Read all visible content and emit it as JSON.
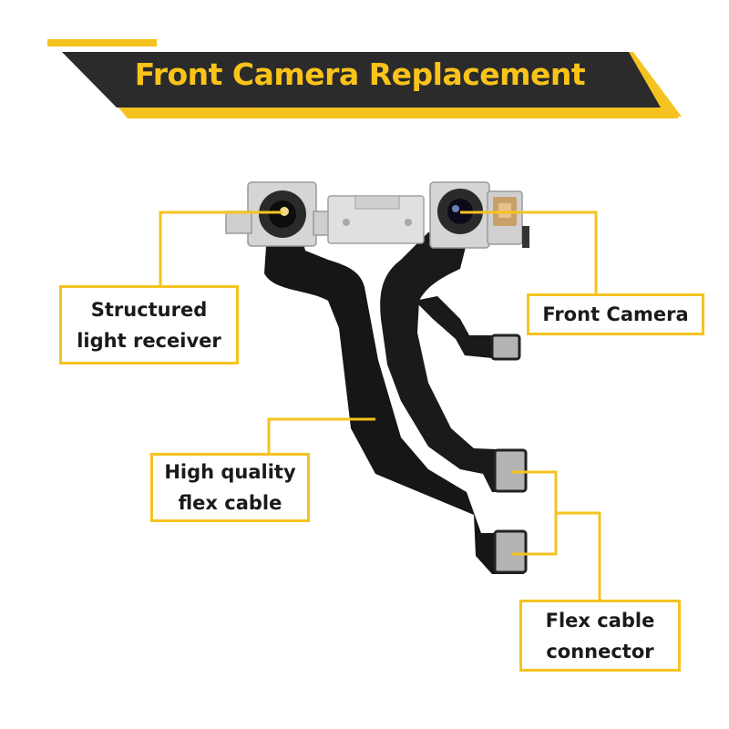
{
  "title": "Front Camera Replacement",
  "colors": {
    "accent": "#f5c320",
    "banner": "#2b2b2b",
    "cable": "#161616",
    "bracket": "#d5d5d5",
    "connector_pad": "#b4b4b4"
  },
  "labels": {
    "structured_light": {
      "line1": "Structured",
      "line2": "light receiver"
    },
    "front_camera": {
      "line1": "Front Camera"
    },
    "flex_cable": {
      "line1": "High quality",
      "line2": "flex cable"
    },
    "connector": {
      "line1": "Flex cable",
      "line2": "connector"
    }
  }
}
